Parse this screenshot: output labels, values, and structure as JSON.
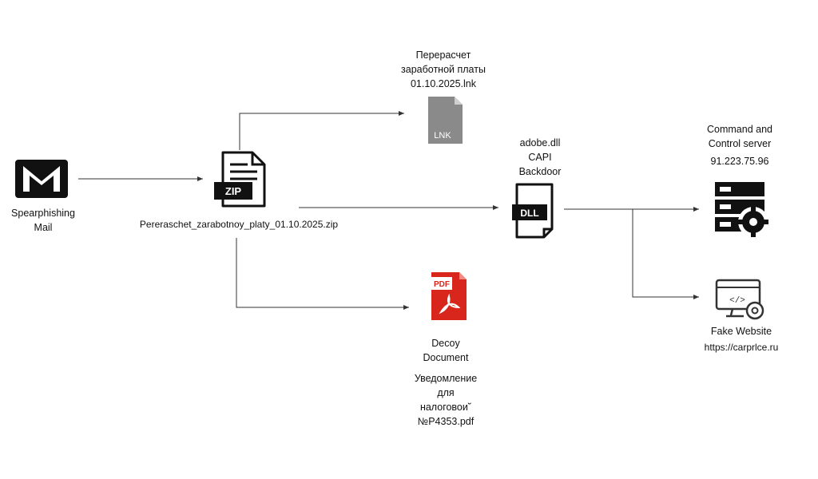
{
  "nodes": {
    "mail": {
      "label_lines": [
        "Spearphishing",
        "Mail"
      ],
      "icon": "gmail-envelope-icon"
    },
    "zip": {
      "filename": "Pereraschet_zarabotnoy_platy_01.10.2025.zip",
      "badge": "ZIP",
      "icon": "zip-file-icon"
    },
    "lnk": {
      "label_lines": [
        "Перерасчет",
        "заработной платы",
        "01.10.2025.lnk"
      ],
      "badge": "LNK",
      "icon": "lnk-file-icon"
    },
    "dll": {
      "label_lines": [
        "adobe.dll",
        "CAPI",
        "Backdoor"
      ],
      "badge": "DLL",
      "icon": "dll-file-icon"
    },
    "pdf": {
      "label_lines": [
        "Decoy",
        "Document"
      ],
      "detail_lines": [
        "Уведомление",
        "для",
        "налоговои˘",
        "№P4353.pdf"
      ],
      "badge": "PDF",
      "icon": "pdf-file-icon"
    },
    "c2": {
      "label_lines": [
        "Command and",
        "Control server"
      ],
      "ip": "91.223.75.96",
      "icon": "server-gear-icon"
    },
    "web": {
      "label": "Fake Website",
      "url": "https://carprlce.ru",
      "icon": "monitor-code-gear-icon"
    }
  },
  "colors": {
    "line": "#333333",
    "pdf_red": "#d9261c",
    "lnk_gray": "#8a8a8a",
    "icon_dark": "#111111"
  }
}
